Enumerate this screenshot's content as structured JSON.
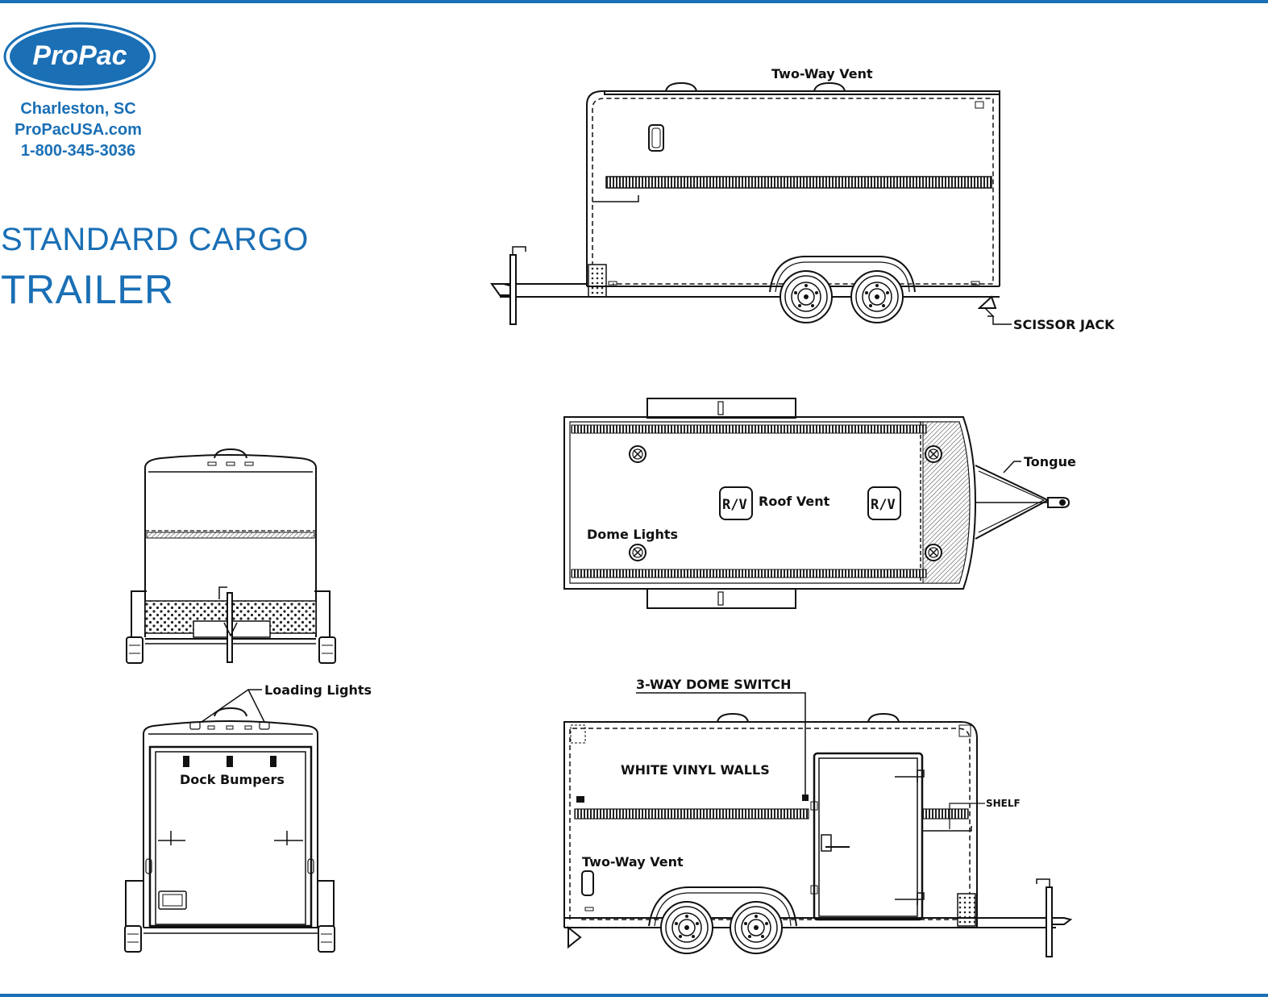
{
  "brand": {
    "logo_text": "ProPac",
    "city": "Charleston, SC",
    "website": "ProPacUSA.com",
    "phone": "1-800-345-3036",
    "color": "#1a6fb5"
  },
  "title": {
    "line1": "STANDARD CARGO",
    "line2": "TRAILER"
  },
  "side_view_top": {
    "vent_label": "Two-Way Vent",
    "jack_label": "SCISSOR JACK"
  },
  "top_view": {
    "tongue_label": "Tongue",
    "roof_vent_label": "Roof Vent",
    "dome_lights_label": "Dome Lights",
    "rv_badge": "R/V"
  },
  "rear_view": {
    "loading_lights_label": "Loading Lights",
    "dock_bumpers_label": "Dock Bumpers"
  },
  "side_view_bottom": {
    "dome_switch_label": "3-WAY DOME SWITCH",
    "walls_label": "WHITE VINYL WALLS",
    "shelf_label": "SHELF",
    "vent_label": "Two-Way Vent"
  }
}
